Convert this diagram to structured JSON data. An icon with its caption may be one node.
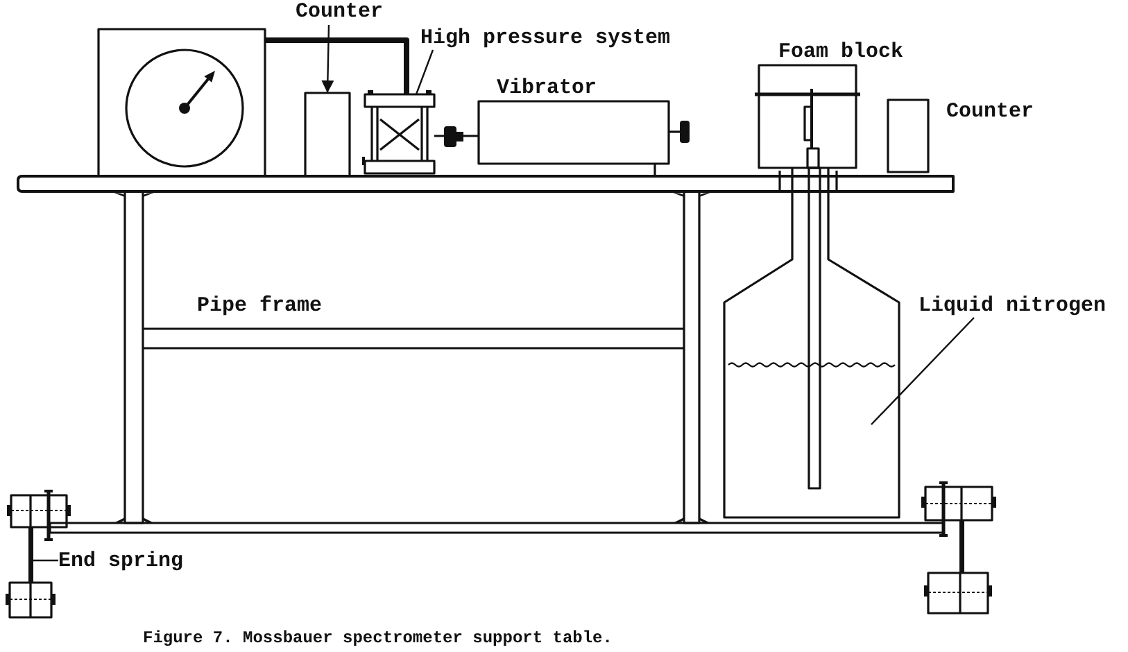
{
  "diagram": {
    "caption": "Figure 7. Mossbauer spectrometer support table.",
    "nodes": [
      {
        "text": [
          "Counter"
        ]
      },
      {
        "text": [],
        "shape": "picture"
      },
      {
        "text": [],
        "shape": "box"
      },
      {
        "text": [
          "High pressure system"
        ]
      },
      {
        "text": [],
        "shape": "picture"
      },
      {
        "text": [
          "Liquid nitrogen"
        ]
      },
      {
        "text": [
          "End spring"
        ]
      },
      {
        "text": [],
        "shape": "bar"
      }
    ],
    "edges": [
      {
        "from": 0,
        "to": 2,
        "arrow": "to"
      },
      {
        "from": 1,
        "to": 4,
        "arrow": "none",
        "style": "thick"
      },
      {
        "from": 3,
        "to": 4,
        "arrow": "none"
      },
      {
        "from": 5,
        "to": null,
        "arrow": "none"
      },
      {
        "from": 6,
        "to": 7,
        "arrow": "none"
      }
    ],
    "labels": [
      "Foam block",
      "Vibrator",
      "Counter",
      "Pipe frame"
    ]
  }
}
